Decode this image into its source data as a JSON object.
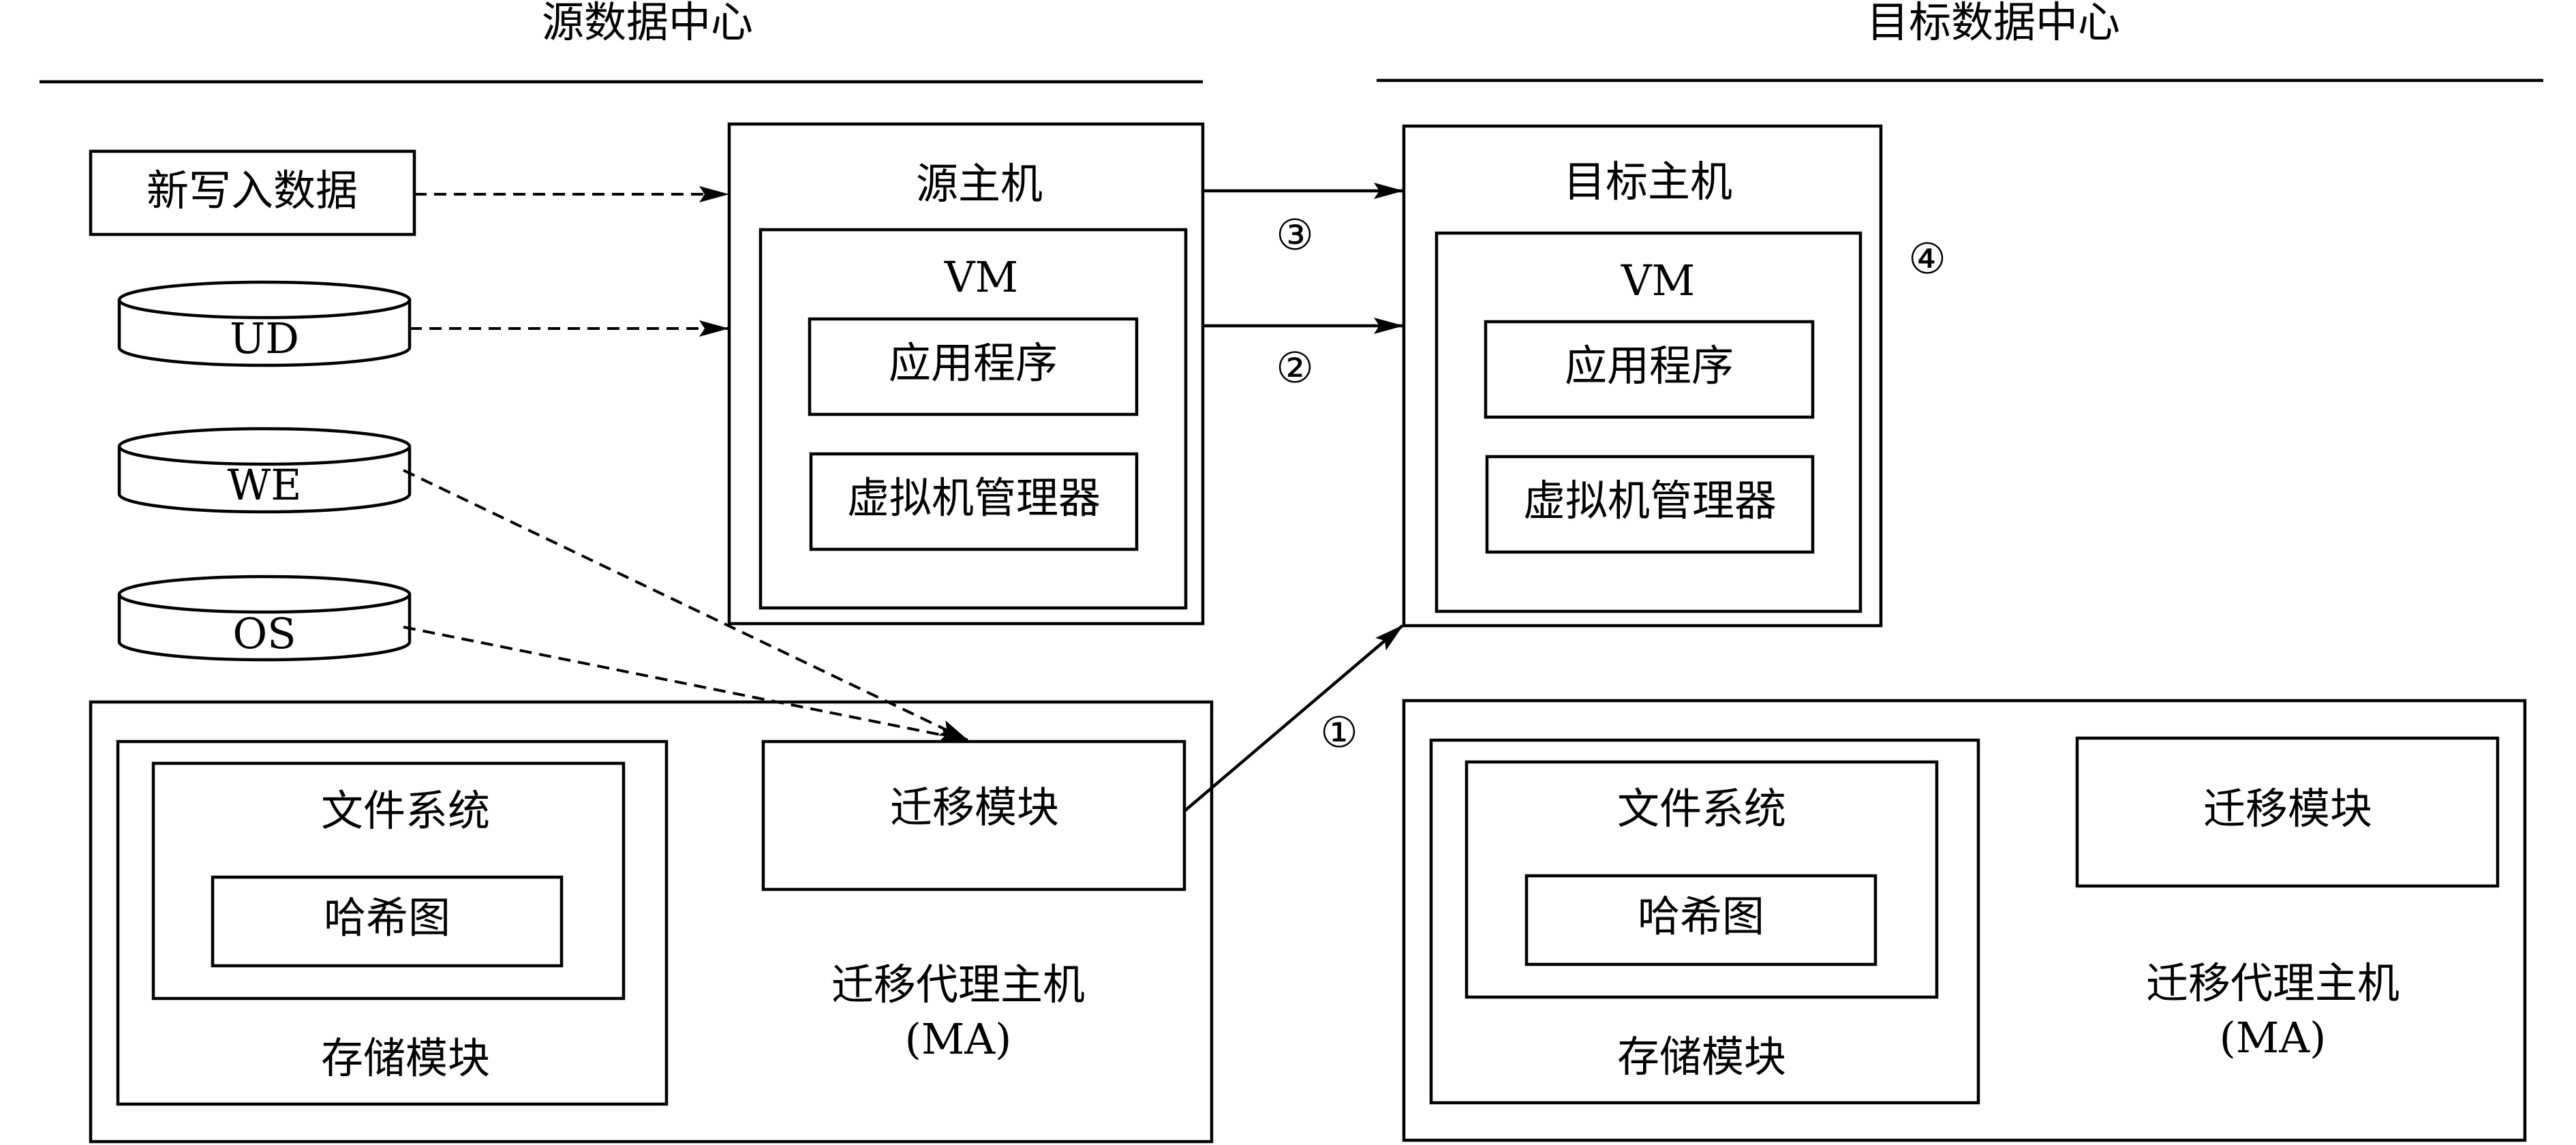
{
  "source_dc": {
    "title": "源数据中心",
    "new_write_data": "新写入数据",
    "disks": {
      "ud": "UD",
      "we": "WE",
      "os": "OS"
    },
    "host": {
      "title": "源主机",
      "vm": "VM",
      "app": "应用程序",
      "hypervisor": "虚拟机管理器"
    },
    "ma": {
      "storage_module": "存储模块",
      "file_system": "文件系统",
      "hash_map": "哈希图",
      "migration_module": "迁移模块",
      "title_line1": "迁移代理主机",
      "title_line2": "(MA)"
    }
  },
  "target_dc": {
    "title": "目标数据中心",
    "host": {
      "title": "目标主机",
      "vm": "VM",
      "app": "应用程序",
      "hypervisor": "虚拟机管理器"
    },
    "ma": {
      "storage_module": "存储模块",
      "file_system": "文件系统",
      "hash_map": "哈希图",
      "migration_module": "迁移模块",
      "title_line1": "迁移代理主机",
      "title_line2": "(MA)"
    }
  },
  "steps": {
    "s1": "①",
    "s2": "②",
    "s3": "③",
    "s4": "④"
  }
}
